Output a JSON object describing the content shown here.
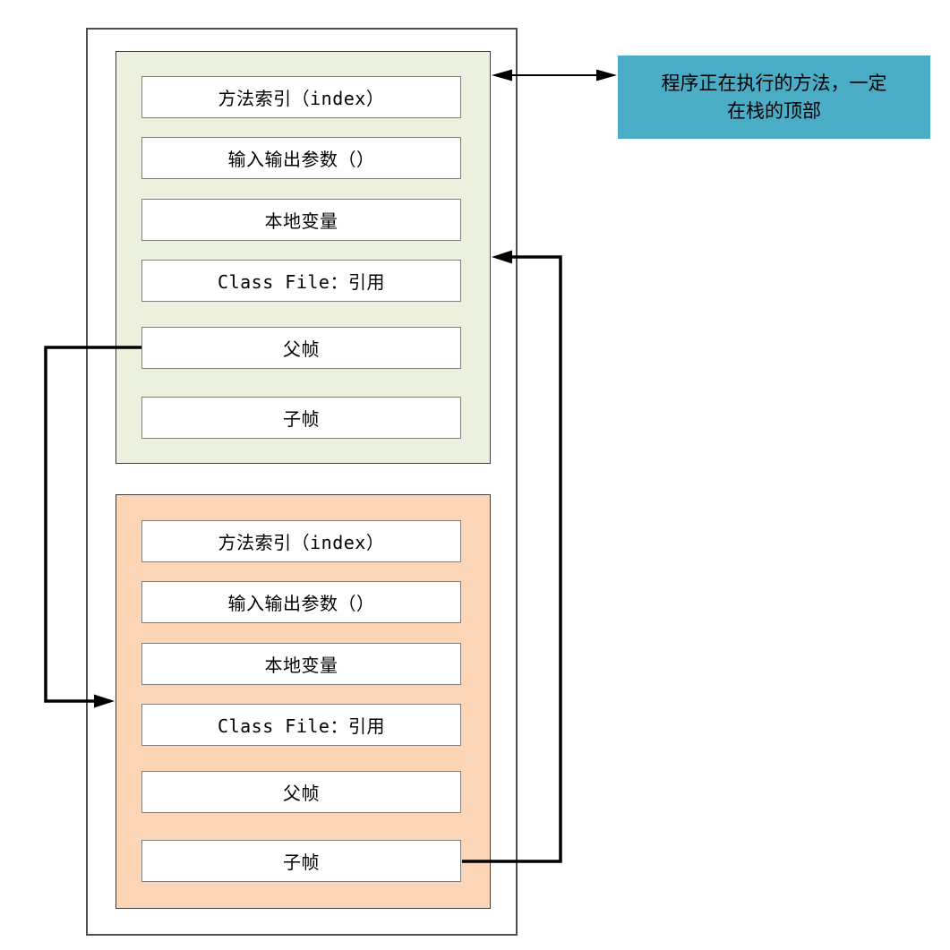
{
  "diagram": {
    "title_hint": "JVM stack frames diagram",
    "stack_frames": [
      {
        "id": "top-frame",
        "fill": "#EBF1DE",
        "rows": [
          "方法索引（index）",
          "输入输出参数（）",
          "本地变量",
          "Class File：引用",
          "父帧",
          "子帧"
        ]
      },
      {
        "id": "bottom-frame",
        "fill": "#FBD5B5",
        "rows": [
          "方法索引（index）",
          "输入输出参数（）",
          "本地变量",
          "Class File：引用",
          "父帧",
          "子帧"
        ]
      }
    ],
    "callout": {
      "fill": "#4BACC6",
      "lines": [
        "程序正在执行的方法，一定",
        "在栈的顶部"
      ]
    },
    "colors": {
      "background": "#ffffff",
      "outer_border": "#4f4f4f",
      "frame_border": "#3f3f3f",
      "row_border": "#7f7f7f",
      "connector": "#000000",
      "text": "#000000"
    }
  }
}
